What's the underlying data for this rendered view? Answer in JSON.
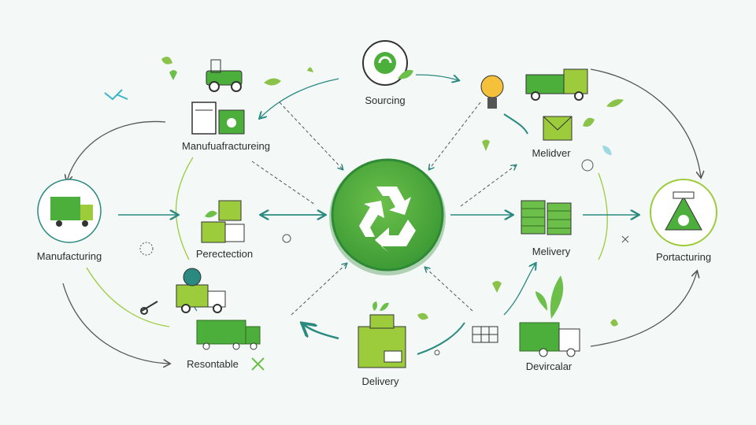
{
  "diagram": {
    "center": {
      "name": "recycle-hub",
      "color": "#4caf3c"
    },
    "nodes": [
      {
        "id": "sourcing",
        "label": "Sourcing"
      },
      {
        "id": "manufuafractureing",
        "label": "Manufuafractureing"
      },
      {
        "id": "manufacturing",
        "label": "Manufacturing"
      },
      {
        "id": "perectection",
        "label": "Perectection"
      },
      {
        "id": "melidver",
        "label": "Melidver"
      },
      {
        "id": "melivery",
        "label": "Melivery"
      },
      {
        "id": "portacturing",
        "label": "Portacturing"
      },
      {
        "id": "resontable",
        "label": "Resontable"
      },
      {
        "id": "delivery",
        "label": "Delivery"
      },
      {
        "id": "devircalar",
        "label": "Devircalar"
      }
    ],
    "colors": {
      "primary_green": "#4caf3c",
      "lime": "#9ccc3c",
      "teal": "#2a8a80",
      "dark": "#2a2f2d"
    }
  }
}
